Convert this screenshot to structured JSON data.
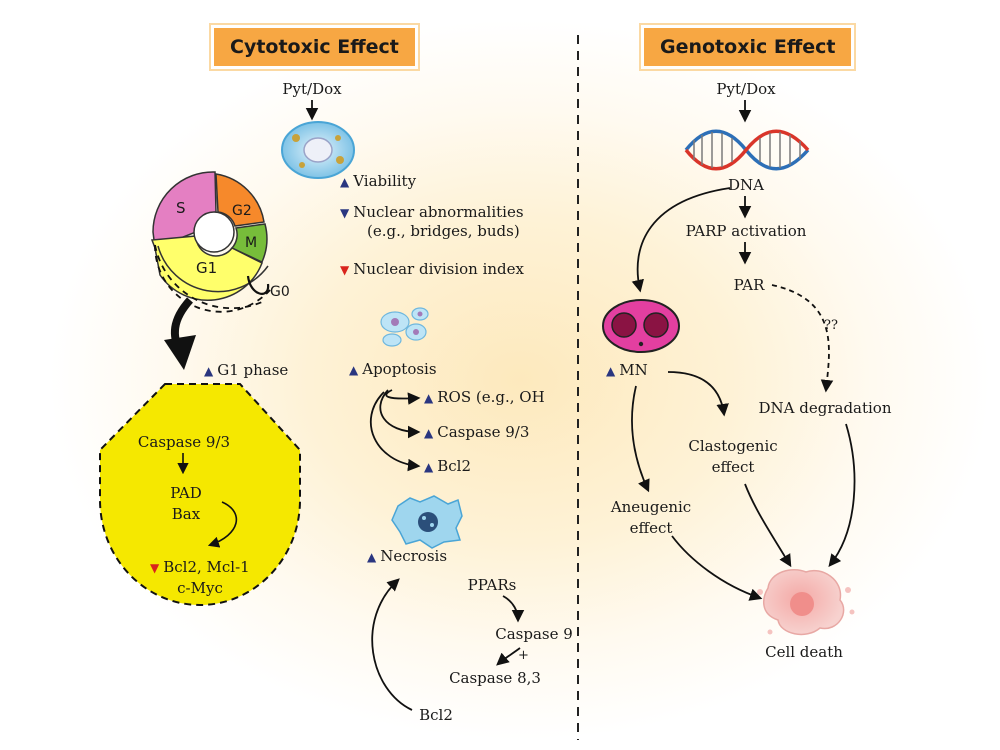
{
  "titles": {
    "cytotoxic": "Cytotoxic Effect",
    "genotoxic": "Genotoxic Effect"
  },
  "cycle": {
    "s": "S",
    "g2": "G2",
    "m": "M",
    "g1": "G1",
    "g0": "G0"
  },
  "left": {
    "g1_phase": "G1 phase",
    "caspase93": "Caspase 9/3",
    "pad": "PAD",
    "bax": "Bax",
    "bcl2_line": "Bcl2, Mcl-1",
    "cmyc": "c-Myc"
  },
  "middle": {
    "pyt_dox": "Pyt/Dox",
    "viability": "Viability",
    "nuclear_abn": "Nuclear abnormalities",
    "nuclear_abn_eg": "(e.g., bridges, buds)",
    "nuclear_div": "Nuclear division index",
    "apoptosis": "Apoptosis",
    "ros": "ROS (e.g., OH",
    "caspase93": "Caspase 9/3",
    "bcl2": "Bcl2",
    "necrosis": "Necrosis",
    "pparsl": "PPARs",
    "caspase9": "Caspase 9",
    "plus": "+",
    "caspase83": "Caspase 8,3",
    "bcl2_bottom": "Bcl2"
  },
  "right": {
    "pyt_dox": "Pyt/Dox",
    "dna": "DNA",
    "parp": "PARP activation",
    "par": "PAR",
    "qq": "??",
    "mn": "MN",
    "dna_deg": "DNA degradation",
    "clasto_1": "Clastogenic",
    "clasto_2": "effect",
    "aneu_1": "Aneugenic",
    "aneu_2": "effect",
    "cell_death": "Cell death"
  },
  "colors": {
    "title_bg": "#f7a743",
    "arrow_up": "#2a3680",
    "arrow_down_red": "#d9241c",
    "yellow": "#f5e800"
  }
}
